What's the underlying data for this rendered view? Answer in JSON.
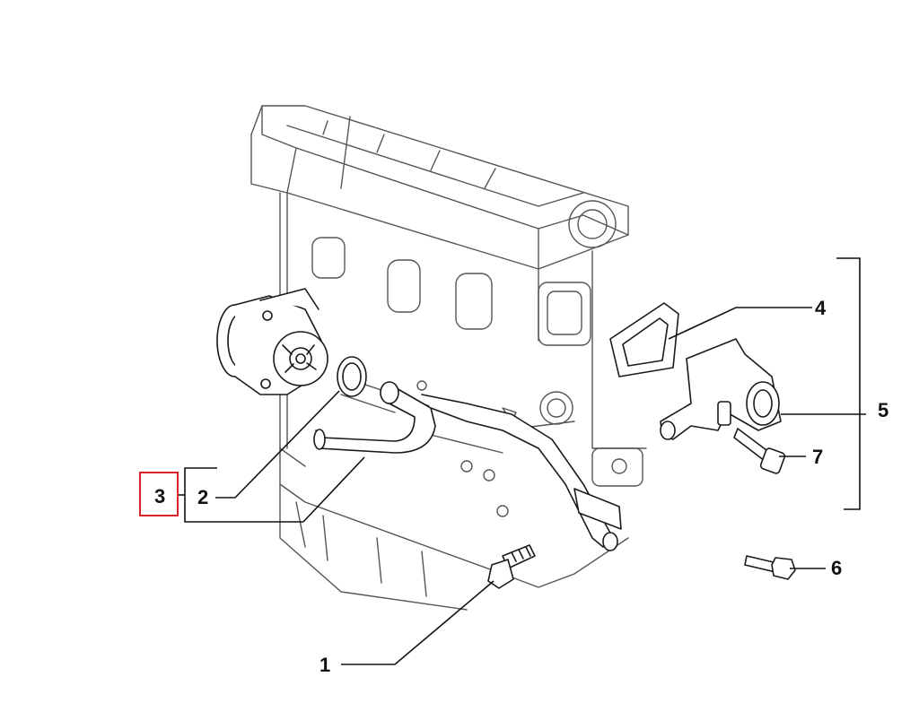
{
  "callouts": [
    {
      "id": "label-1",
      "text": "1"
    },
    {
      "id": "label-2",
      "text": "2"
    },
    {
      "id": "label-3",
      "text": "3"
    },
    {
      "id": "label-4",
      "text": "4"
    },
    {
      "id": "label-5",
      "text": "5"
    },
    {
      "id": "label-6",
      "text": "6"
    },
    {
      "id": "label-7",
      "text": "7"
    }
  ],
  "highlighted_callout": "3",
  "colors": {
    "highlight": "#d8242a",
    "line": "#111111",
    "engine_outline": "#555555",
    "background": "#ffffff"
  }
}
